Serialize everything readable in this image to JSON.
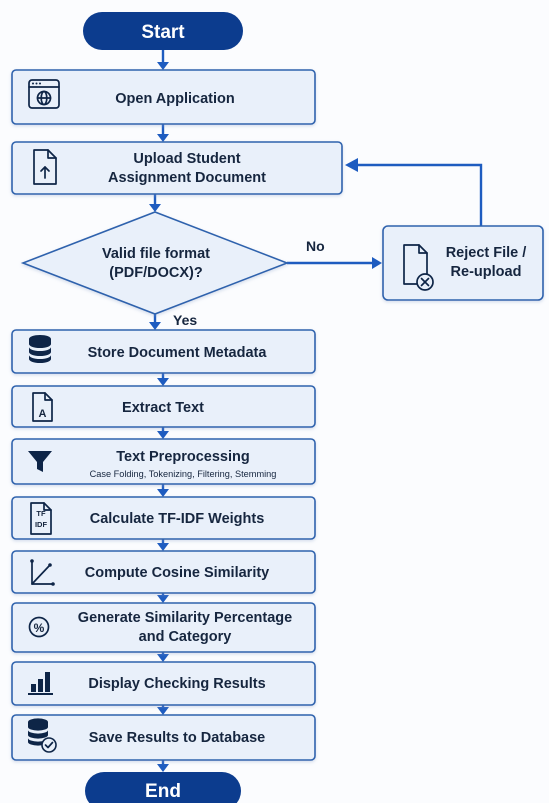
{
  "start": "Start",
  "end": "End",
  "steps": {
    "open_app": "Open Application",
    "upload_line1": "Upload Student",
    "upload_line2": "Assignment Document",
    "store_metadata": "Store Document Metadata",
    "extract_text": "Extract Text",
    "preprocess_title": "Text Preprocessing",
    "preprocess_detail": "Case Folding, Tokenizing, Filtering, Stemming",
    "tfidf": "Calculate TF-IDF Weights",
    "cosine": "Compute Cosine Similarity",
    "generate_line1": "Generate Similarity Percentage",
    "generate_line2": "and Category",
    "display": "Display Checking Results",
    "save": "Save Results to Database"
  },
  "decision": {
    "line1": "Valid file format",
    "line2": "(PDF/DOCX)?",
    "yes_label": "Yes",
    "no_label": "No"
  },
  "reject": {
    "line1": "Reject File /",
    "line2": "Re-upload"
  },
  "icons": {
    "open_app": "browser-globe-icon",
    "upload": "file-upload-icon",
    "reject": "file-reject-icon",
    "store": "database-icon",
    "extract": "text-document-icon",
    "preprocess": "filter-icon",
    "tfidf": "tf-idf-icon",
    "cosine": "vector-angle-icon",
    "generate": "percent-icon",
    "display": "bar-chart-icon",
    "save": "database-save-icon",
    "tfidf_icon_text_1": "TF",
    "tfidf_icon_text_2": "IDF",
    "extract_icon_text": "A",
    "generate_icon_text": "%"
  },
  "colors": {
    "terminal": "#0c3c8e",
    "box_fill": "#e9f0fa",
    "box_stroke": "#2f62ad",
    "arrow": "#1e5cc0",
    "text": "#16263f"
  }
}
